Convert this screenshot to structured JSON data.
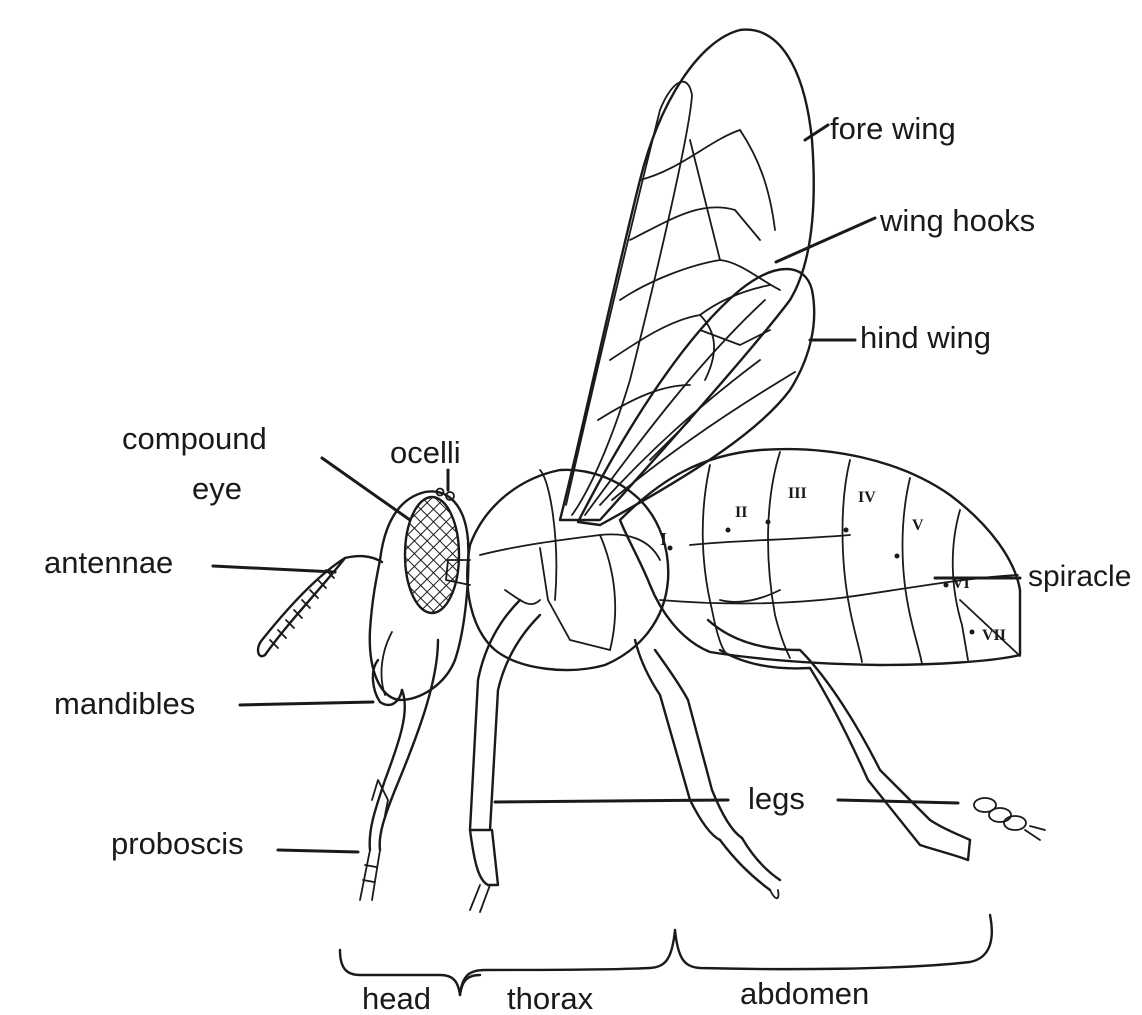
{
  "labels": {
    "fore_wing": "fore wing",
    "wing_hooks": "wing hooks",
    "hind_wing": "hind wing",
    "compound_eye_line1": "compound",
    "compound_eye_line2": "eye",
    "ocelli": "ocelli",
    "antennae": "antennae",
    "spiracle": "spiracle",
    "mandibles": "mandibles",
    "legs": "legs",
    "proboscis": "proboscis",
    "head": "head",
    "thorax": "thorax",
    "abdomen": "abdomen"
  },
  "segment_numerals": [
    "I",
    "II",
    "III",
    "IV",
    "V",
    "VI",
    "VII"
  ],
  "colors": {
    "ink": "#1a1a1a",
    "background": "#ffffff"
  }
}
